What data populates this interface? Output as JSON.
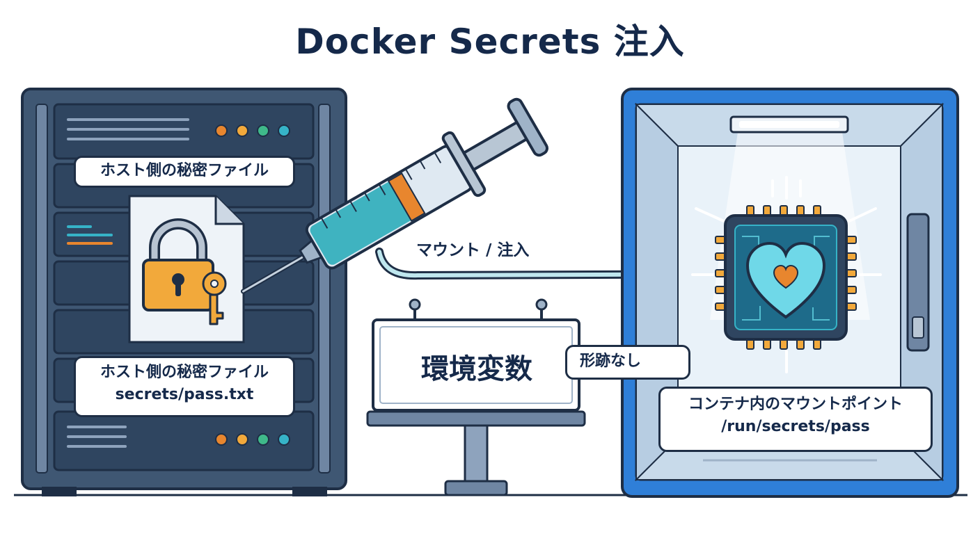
{
  "title": "Docker Secrets 注入",
  "host": {
    "top_label": "ホスト側の秘密ファイル",
    "file_label": "ホスト側の秘密ファイル",
    "file_path": "secrets/pass.txt"
  },
  "injection": {
    "label": "マウント / 注入"
  },
  "env_sign": {
    "label": "環境変数",
    "badge": "形跡なし"
  },
  "container": {
    "mount_label": "コンテナ内のマウントポイント",
    "mount_path": "/run/secrets/pass"
  },
  "colors": {
    "navy": "#1e2e45",
    "server": "#3f5773",
    "container_blue": "#2f7fd8",
    "cyan": "#36b3c7",
    "orange": "#e8862e",
    "lock": "#f2a93b",
    "prohibit": "#e23a2e"
  }
}
